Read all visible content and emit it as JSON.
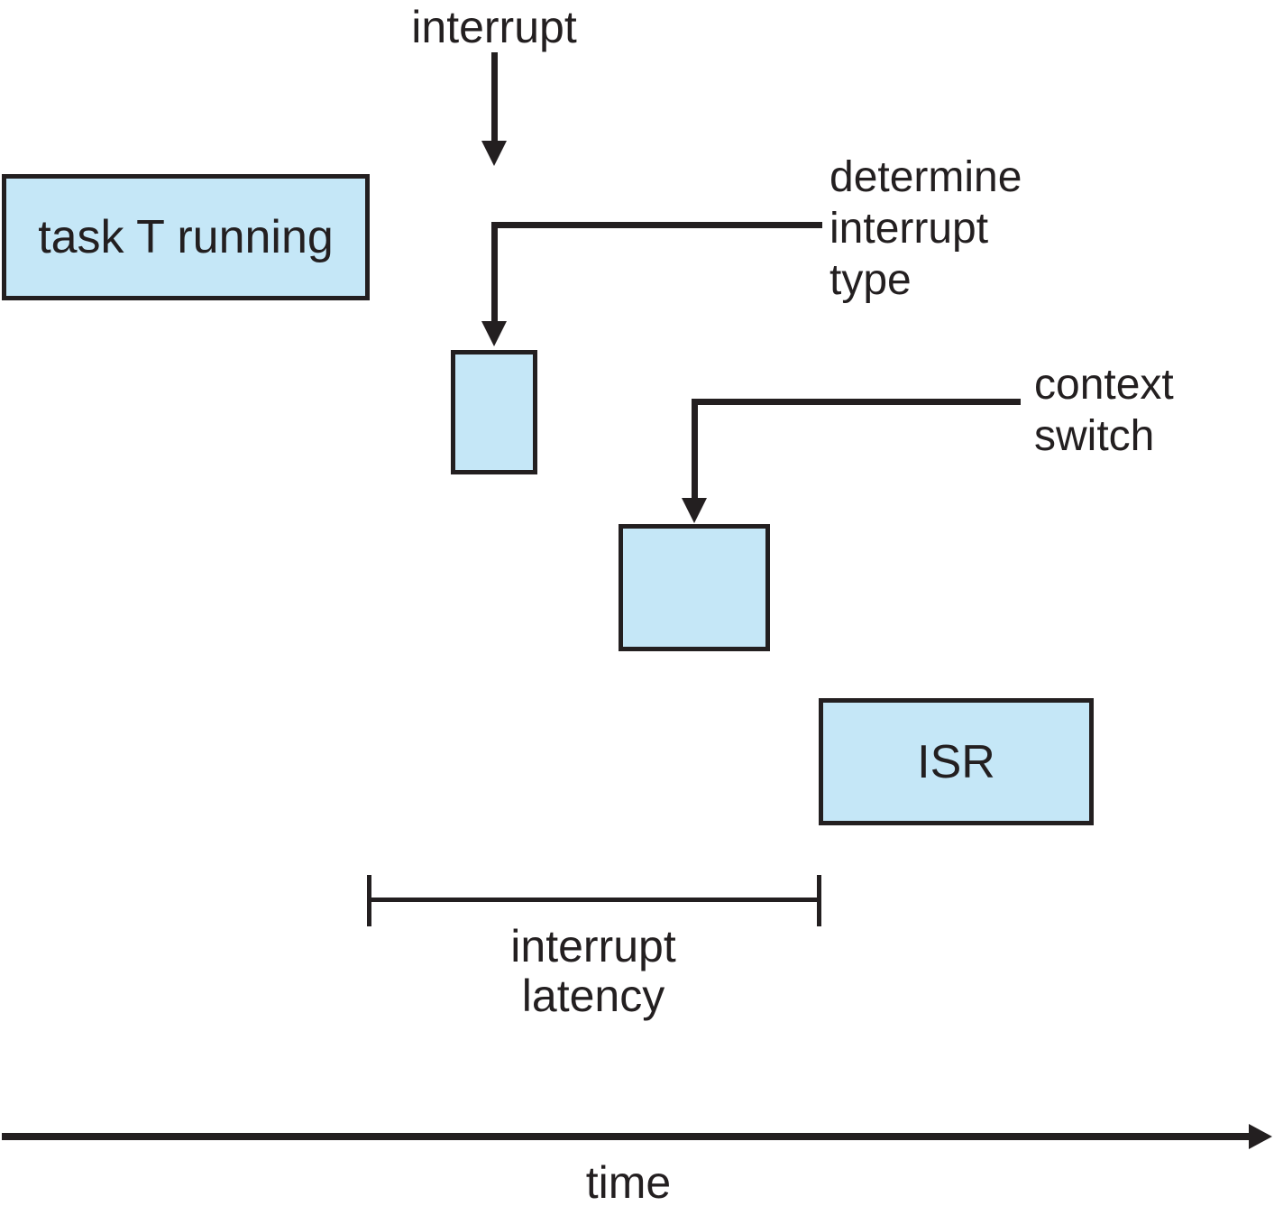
{
  "figure": {
    "interrupt_arrow_label": "interrupt",
    "task_box_label": "task T running",
    "determine_interrupt_type_label": [
      "determine",
      "interrupt",
      "type"
    ],
    "context_switch_label": [
      "context",
      "switch"
    ],
    "isr_box_label": "ISR",
    "interrupt_latency_label": [
      "interrupt",
      "latency"
    ],
    "time_axis_label": "time"
  },
  "colors": {
    "box_fill": "#c5e7f7",
    "line": "#231f20",
    "text": "#231f20",
    "background": "#ffffff"
  }
}
